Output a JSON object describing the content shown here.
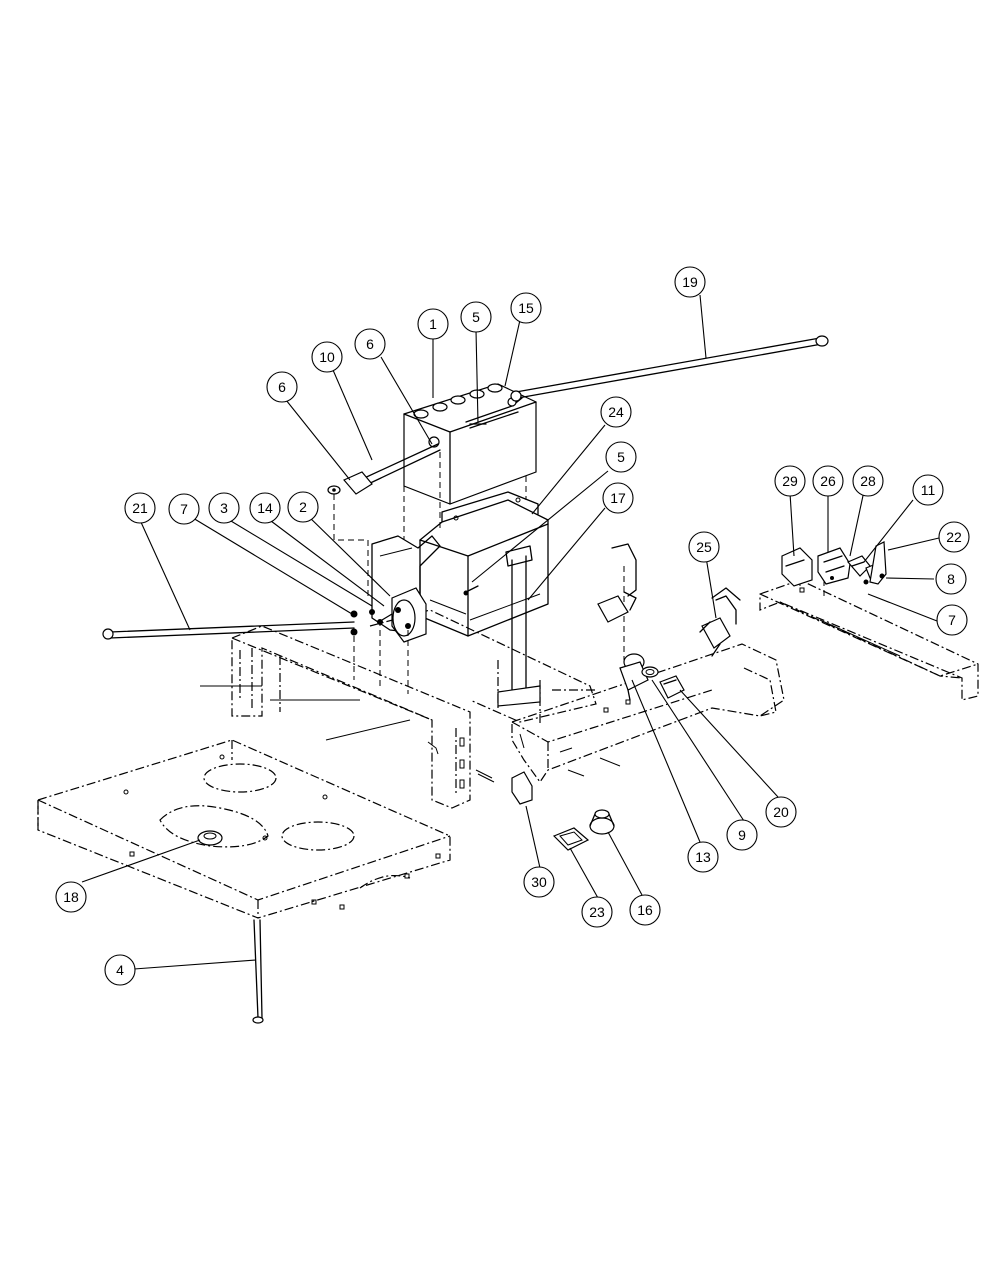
{
  "callouts": [
    {
      "id": "c1",
      "label": "1"
    },
    {
      "id": "c5a",
      "label": "5"
    },
    {
      "id": "c15",
      "label": "15"
    },
    {
      "id": "c19",
      "label": "19"
    },
    {
      "id": "c6a",
      "label": "6"
    },
    {
      "id": "c10",
      "label": "10"
    },
    {
      "id": "c6b",
      "label": "6"
    },
    {
      "id": "c24",
      "label": "24"
    },
    {
      "id": "c5b",
      "label": "5"
    },
    {
      "id": "c17",
      "label": "17"
    },
    {
      "id": "c21",
      "label": "21"
    },
    {
      "id": "c7a",
      "label": "7"
    },
    {
      "id": "c3",
      "label": "3"
    },
    {
      "id": "c14",
      "label": "14"
    },
    {
      "id": "c2",
      "label": "2"
    },
    {
      "id": "c25",
      "label": "25"
    },
    {
      "id": "c29",
      "label": "29"
    },
    {
      "id": "c26",
      "label": "26"
    },
    {
      "id": "c28",
      "label": "28"
    },
    {
      "id": "c11",
      "label": "11"
    },
    {
      "id": "c22",
      "label": "22"
    },
    {
      "id": "c8",
      "label": "8"
    },
    {
      "id": "c7b",
      "label": "7"
    },
    {
      "id": "c20",
      "label": "20"
    },
    {
      "id": "c9",
      "label": "9"
    },
    {
      "id": "c13",
      "label": "13"
    },
    {
      "id": "c16",
      "label": "16"
    },
    {
      "id": "c23",
      "label": "23"
    },
    {
      "id": "c30",
      "label": "30"
    },
    {
      "id": "c18",
      "label": "18"
    },
    {
      "id": "c4",
      "label": "4"
    }
  ]
}
